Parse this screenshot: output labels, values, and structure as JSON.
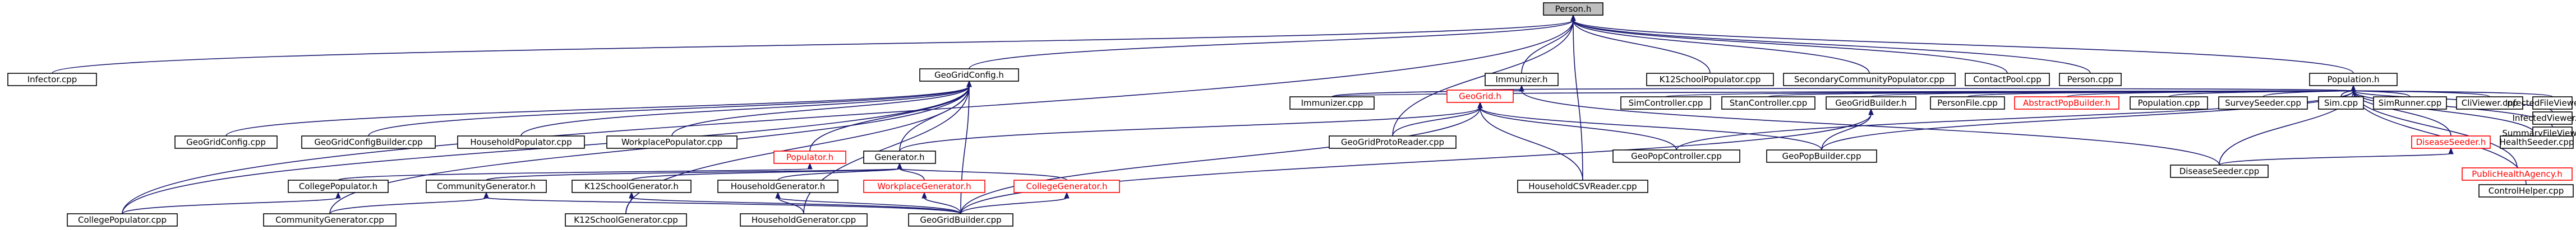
{
  "graph": {
    "colors": {
      "edge": "#191970",
      "box_border": "#000000",
      "root_fill": "#bfbfbf",
      "undocumented_border": "#ff0000"
    },
    "nodes": [
      {
        "id": "person_h",
        "label": "Person.h",
        "style": "root"
      },
      {
        "id": "infector_cpp",
        "label": "Infector.cpp"
      },
      {
        "id": "geogridconfig_h",
        "label": "GeoGridConfig.h"
      },
      {
        "id": "immunizer_h",
        "label": "Immunizer.h"
      },
      {
        "id": "k12schoolpopulator_cpp",
        "label": "K12SchoolPopulator.cpp"
      },
      {
        "id": "secondarycommunitypopulator_cpp",
        "label": "SecondaryCommunityPopulator.cpp"
      },
      {
        "id": "contactpool_cpp",
        "label": "ContactPool.cpp"
      },
      {
        "id": "person_cpp",
        "label": "Person.cpp"
      },
      {
        "id": "population_h",
        "label": "Population.h"
      },
      {
        "id": "geogridconfig_cpp",
        "label": "GeoGridConfig.cpp"
      },
      {
        "id": "geogridconfigbuilder_cpp",
        "label": "GeoGridConfigBuilder.cpp"
      },
      {
        "id": "householdpopulator_cpp",
        "label": "HouseholdPopulator.cpp"
      },
      {
        "id": "workplacepopulator_cpp",
        "label": "WorkplacePopulator.cpp"
      },
      {
        "id": "populator_h",
        "label": "Populator.h",
        "style": "red"
      },
      {
        "id": "generator_h",
        "label": "Generator.h"
      },
      {
        "id": "immunizer_cpp",
        "label": "Immunizer.cpp"
      },
      {
        "id": "geogrid_h",
        "label": "GeoGrid.h",
        "style": "red"
      },
      {
        "id": "geogridprotoreader_cpp",
        "label": "GeoGridProtoReader.cpp"
      },
      {
        "id": "householdcsvreader_cpp",
        "label": "HouseholdCSVReader.cpp"
      },
      {
        "id": "simcontroller_cpp",
        "label": "SimController.cpp"
      },
      {
        "id": "stancontroller_cpp",
        "label": "StanController.cpp"
      },
      {
        "id": "geogridbuilder_h",
        "label": "GeoGridBuilder.h"
      },
      {
        "id": "personfile_cpp",
        "label": "PersonFile.cpp"
      },
      {
        "id": "abstractpopbuilder_h",
        "label": "AbstractPopBuilder.h",
        "style": "red"
      },
      {
        "id": "population_cpp",
        "label": "Population.cpp"
      },
      {
        "id": "surveyseeder_cpp",
        "label": "SurveySeeder.cpp"
      },
      {
        "id": "sim_cpp",
        "label": "Sim.cpp"
      },
      {
        "id": "simrunner_cpp",
        "label": "SimRunner.cpp"
      },
      {
        "id": "cliviewer_cpp",
        "label": "CliViewer.cpp"
      },
      {
        "id": "infectedfileviewer_cpp",
        "label": "InfectedFileViewer.cpp"
      },
      {
        "id": "infectedviewer_cpp",
        "label": "InfectedViewer.cpp"
      },
      {
        "id": "summaryfileviewer_cpp",
        "label": "SummaryFileViewer.cpp"
      },
      {
        "id": "diseaseseeder_h",
        "label": "DiseaseSeeder.h",
        "style": "red"
      },
      {
        "id": "healthseeder_cpp",
        "label": "HealthSeeder.cpp"
      },
      {
        "id": "publichealthagency_h",
        "label": "PublicHealthAgency.h",
        "style": "red"
      },
      {
        "id": "controlhelper_cpp",
        "label": "ControlHelper.cpp"
      },
      {
        "id": "geopopcontroller_cpp",
        "label": "GeoPopController.cpp"
      },
      {
        "id": "geopopbuilder_cpp",
        "label": "GeoPopBuilder.cpp"
      },
      {
        "id": "diseaseseeder_cpp",
        "label": "DiseaseSeeder.cpp"
      },
      {
        "id": "collegepopulator_h",
        "label": "CollegePopulator.h"
      },
      {
        "id": "communitygenerator_h",
        "label": "CommunityGenerator.h"
      },
      {
        "id": "k12schoolgenerator_h",
        "label": "K12SchoolGenerator.h"
      },
      {
        "id": "householdgenerator_h",
        "label": "HouseholdGenerator.h"
      },
      {
        "id": "workplacegenerator_h",
        "label": "WorkplaceGenerator.h",
        "style": "red"
      },
      {
        "id": "collegegenerator_h",
        "label": "CollegeGenerator.h",
        "style": "red"
      },
      {
        "id": "collegepopulator_cpp",
        "label": "CollegePopulator.cpp"
      },
      {
        "id": "communitygenerator_cpp",
        "label": "CommunityGenerator.cpp"
      },
      {
        "id": "k12schoolgenerator_cpp",
        "label": "K12SchoolGenerator.cpp"
      },
      {
        "id": "householdgenerator_cpp",
        "label": "HouseholdGenerator.cpp"
      },
      {
        "id": "geogridbuilder_cpp",
        "label": "GeoGridBuilder.cpp"
      }
    ],
    "edges": [
      [
        "person_h",
        "infector_cpp"
      ],
      [
        "person_h",
        "geogridconfig_h"
      ],
      [
        "person_h",
        "immunizer_h"
      ],
      [
        "person_h",
        "k12schoolpopulator_cpp"
      ],
      [
        "person_h",
        "secondarycommunitypopulator_cpp"
      ],
      [
        "person_h",
        "contactpool_cpp"
      ],
      [
        "person_h",
        "person_cpp"
      ],
      [
        "person_h",
        "population_h"
      ],
      [
        "person_h",
        "collegepopulator_cpp"
      ],
      [
        "person_h",
        "geogridprotoreader_cpp"
      ],
      [
        "person_h",
        "householdcsvreader_cpp"
      ],
      [
        "geogridconfig_h",
        "geogridconfig_cpp"
      ],
      [
        "geogridconfig_h",
        "geogridconfigbuilder_cpp"
      ],
      [
        "geogridconfig_h",
        "householdpopulator_cpp"
      ],
      [
        "geogridconfig_h",
        "workplacepopulator_cpp"
      ],
      [
        "geogridconfig_h",
        "populator_h"
      ],
      [
        "geogridconfig_h",
        "generator_h"
      ],
      [
        "geogridconfig_h",
        "collegepopulator_cpp"
      ],
      [
        "geogridconfig_h",
        "communitygenerator_cpp"
      ],
      [
        "geogridconfig_h",
        "k12schoolgenerator_cpp"
      ],
      [
        "geogridconfig_h",
        "householdgenerator_cpp"
      ],
      [
        "geogridconfig_h",
        "geogridbuilder_cpp"
      ],
      [
        "immunizer_h",
        "immunizer_cpp"
      ],
      [
        "immunizer_h",
        "diseaseseeder_cpp"
      ],
      [
        "population_h",
        "immunizer_cpp"
      ],
      [
        "population_h",
        "geogrid_h"
      ],
      [
        "population_h",
        "simcontroller_cpp"
      ],
      [
        "population_h",
        "stancontroller_cpp"
      ],
      [
        "population_h",
        "geogridbuilder_h"
      ],
      [
        "population_h",
        "personfile_cpp"
      ],
      [
        "population_h",
        "abstractpopbuilder_h"
      ],
      [
        "population_h",
        "population_cpp"
      ],
      [
        "population_h",
        "surveyseeder_cpp"
      ],
      [
        "population_h",
        "sim_cpp"
      ],
      [
        "population_h",
        "simrunner_cpp"
      ],
      [
        "population_h",
        "cliviewer_cpp"
      ],
      [
        "population_h",
        "infectedfileviewer_cpp"
      ],
      [
        "population_h",
        "infectedviewer_cpp"
      ],
      [
        "population_h",
        "summaryfileviewer_cpp"
      ],
      [
        "population_h",
        "diseaseseeder_h"
      ],
      [
        "population_h",
        "healthseeder_cpp"
      ],
      [
        "population_h",
        "publichealthagency_h"
      ],
      [
        "population_h",
        "controlhelper_cpp"
      ],
      [
        "population_h",
        "geopopcontroller_cpp"
      ],
      [
        "population_h",
        "geopopbuilder_cpp"
      ],
      [
        "population_h",
        "diseaseseeder_cpp"
      ],
      [
        "populator_h",
        "collegepopulator_h"
      ],
      [
        "generator_h",
        "communitygenerator_h"
      ],
      [
        "generator_h",
        "k12schoolgenerator_h"
      ],
      [
        "generator_h",
        "householdgenerator_h"
      ],
      [
        "generator_h",
        "workplacegenerator_h"
      ],
      [
        "generator_h",
        "collegegenerator_h"
      ],
      [
        "geogrid_h",
        "geogridprotoreader_cpp"
      ],
      [
        "geogrid_h",
        "householdcsvreader_cpp"
      ],
      [
        "geogrid_h",
        "geopopcontroller_cpp"
      ],
      [
        "geogrid_h",
        "geopopbuilder_cpp"
      ],
      [
        "geogrid_h",
        "generator_h"
      ],
      [
        "geogrid_h",
        "geogridbuilder_cpp"
      ],
      [
        "geogridbuilder_h",
        "geopopbuilder_cpp"
      ],
      [
        "geogridbuilder_h",
        "geogridbuilder_cpp"
      ],
      [
        "diseaseseeder_h",
        "diseaseseeder_cpp"
      ],
      [
        "collegepopulator_h",
        "collegepopulator_cpp"
      ],
      [
        "communitygenerator_h",
        "communitygenerator_cpp"
      ],
      [
        "communitygenerator_h",
        "geogridbuilder_cpp"
      ],
      [
        "k12schoolgenerator_h",
        "k12schoolgenerator_cpp"
      ],
      [
        "k12schoolgenerator_h",
        "geogridbuilder_cpp"
      ],
      [
        "householdgenerator_h",
        "householdgenerator_cpp"
      ],
      [
        "householdgenerator_h",
        "geogridbuilder_cpp"
      ],
      [
        "workplacegenerator_h",
        "geogridbuilder_cpp"
      ],
      [
        "collegegenerator_h",
        "geogridbuilder_cpp"
      ]
    ]
  }
}
